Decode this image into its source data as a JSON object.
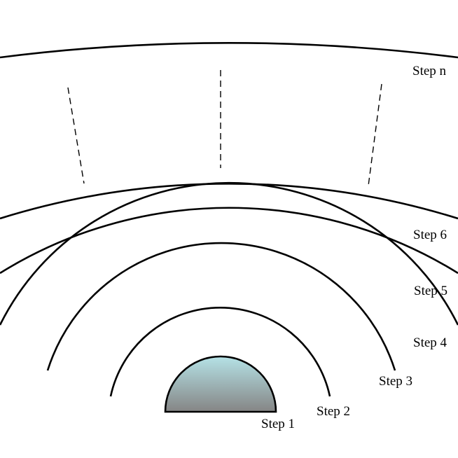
{
  "diagram": {
    "core": {
      "gradient_top": "#b5e2e6",
      "gradient_bottom": "#858585",
      "outline": "#000000"
    },
    "steps": [
      {
        "id": "step-1",
        "label": "Step 1"
      },
      {
        "id": "step-2",
        "label": "Step 2"
      },
      {
        "id": "step-3",
        "label": "Step 3"
      },
      {
        "id": "step-4",
        "label": "Step 4"
      },
      {
        "id": "step-5",
        "label": "Step 5"
      },
      {
        "id": "step-6",
        "label": "Step 6"
      },
      {
        "id": "step-n",
        "label": "Step n"
      }
    ],
    "continuation_lines": 3
  }
}
